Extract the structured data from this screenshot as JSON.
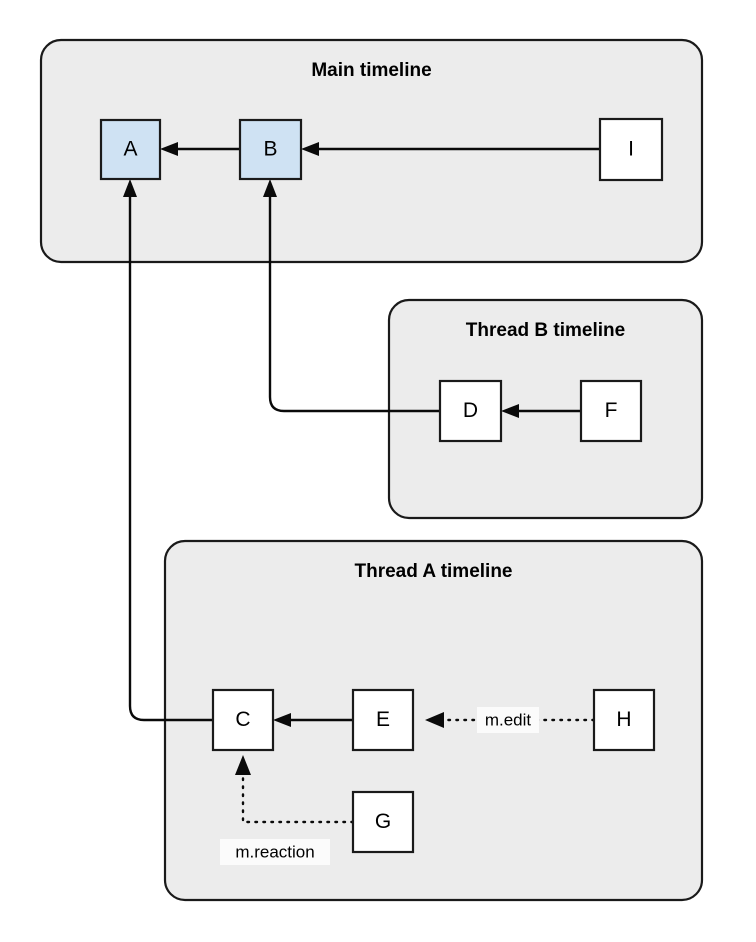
{
  "diagram": {
    "type": "timeline-threading-graph",
    "background_color": "#ffffff",
    "group_fill": "#ececec",
    "group_stroke": "#1a1a1a",
    "highlight_fill": "#cfe2f3",
    "plain_fill": "#ffffff",
    "edge_color": "#0a0a0a"
  },
  "groups": [
    {
      "id": "main",
      "title": "Main timeline"
    },
    {
      "id": "thread_b",
      "title": "Thread B timeline"
    },
    {
      "id": "thread_a",
      "title": "Thread A timeline"
    }
  ],
  "nodes": [
    {
      "id": "A",
      "label": "A",
      "group": "main",
      "fill": "#cfe2f3"
    },
    {
      "id": "B",
      "label": "B",
      "group": "main",
      "fill": "#cfe2f3"
    },
    {
      "id": "I",
      "label": "I",
      "group": "main",
      "fill": "#ffffff"
    },
    {
      "id": "D",
      "label": "D",
      "group": "thread_b",
      "fill": "#ffffff"
    },
    {
      "id": "F",
      "label": "F",
      "group": "thread_b",
      "fill": "#ffffff"
    },
    {
      "id": "C",
      "label": "C",
      "group": "thread_a",
      "fill": "#ffffff"
    },
    {
      "id": "E",
      "label": "E",
      "group": "thread_a",
      "fill": "#ffffff"
    },
    {
      "id": "H",
      "label": "H",
      "group": "thread_a",
      "fill": "#ffffff"
    },
    {
      "id": "G",
      "label": "G",
      "group": "thread_a",
      "fill": "#ffffff"
    }
  ],
  "edges": [
    {
      "from": "B",
      "to": "A",
      "style": "solid",
      "label": ""
    },
    {
      "from": "I",
      "to": "B",
      "style": "solid",
      "label": ""
    },
    {
      "from": "F",
      "to": "D",
      "style": "solid",
      "label": ""
    },
    {
      "from": "D",
      "to": "B",
      "style": "solid",
      "label": ""
    },
    {
      "from": "E",
      "to": "C",
      "style": "solid",
      "label": ""
    },
    {
      "from": "C",
      "to": "A",
      "style": "solid",
      "label": ""
    },
    {
      "from": "H",
      "to": "E",
      "style": "dotted",
      "label": "m.edit"
    },
    {
      "from": "G",
      "to": "C",
      "style": "dotted",
      "label": "m.reaction"
    }
  ],
  "edge_labels": {
    "m_edit": "m.edit",
    "m_reaction": "m.reaction"
  }
}
